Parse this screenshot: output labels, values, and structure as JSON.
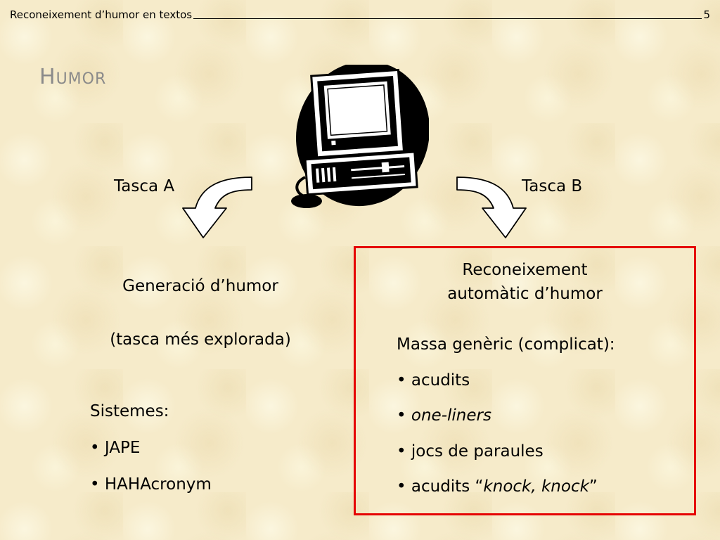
{
  "header": {
    "title": "Reconeixement d’humor en textos",
    "page_number": "5"
  },
  "slide": {
    "title_first": "H",
    "title_rest": "umor"
  },
  "labels": {
    "task_a": "Tasca A",
    "task_b": "Tasca B"
  },
  "left": {
    "title": "Generació d’humor",
    "subtitle": "(tasca més explorada)",
    "systems_heading": "Sistemes:",
    "items": [
      "• JAPE",
      "• HAHAcronym"
    ]
  },
  "right": {
    "title_line1": "Reconeixement",
    "title_line2": "automàtic d’humor",
    "intro": "Massa genèric (complicat):",
    "item1": "• acudits",
    "item2_bullet": "• ",
    "item2_italic": "one-liners",
    "item3": "• jocs de paraules",
    "item4_prefix": "• acudits “",
    "item4_italic": "knock, knock",
    "item4_suffix": "”"
  },
  "colors": {
    "background": "#f6ebca",
    "title_gray": "#8a8a8a",
    "box_border": "#e50000"
  },
  "icons": [
    "computer-icon",
    "curved-arrow-down-left-icon",
    "curved-arrow-down-right-icon"
  ]
}
